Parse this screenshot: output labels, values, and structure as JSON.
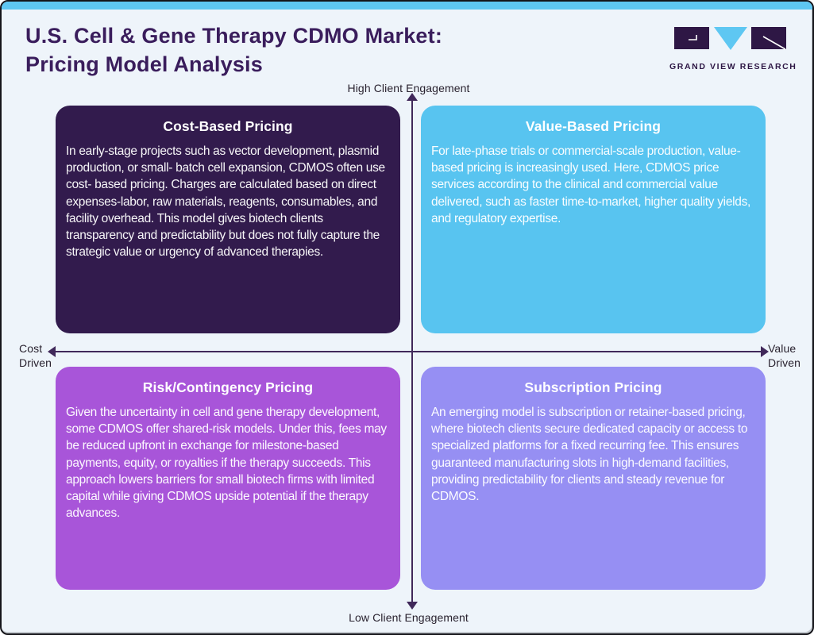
{
  "page": {
    "title_line1": "U.S. Cell & Gene Therapy CDMO Market:",
    "title_line2": "Pricing Model Analysis"
  },
  "logo": {
    "brand": "GRAND VIEW RESEARCH",
    "mark_purple": "#2e1745",
    "mark_blue": "#5ec7f2"
  },
  "axes": {
    "top_label": "High Client Engagement",
    "bottom_label": "Low Client Engagement",
    "left_label_line1": "Cost",
    "left_label_line2": "Driven",
    "right_label_line1": "Value",
    "right_label_line2": "Driven",
    "line_color": "#40285a"
  },
  "quadrants": [
    {
      "position": "top-left",
      "title": "Cost-Based Pricing",
      "body": "In early-stage projects such as vector development, plasmid production, or small- batch cell expansion, CDMOS often use cost- based pricing. Charges are calculated based on direct expenses-labor, raw materials, reagents, consumables, and facility overhead. This model gives biotech clients transparency and predictability but does not fully capture the strategic value or urgency of advanced therapies.",
      "bg": "#321b4d"
    },
    {
      "position": "top-right",
      "title": "Value-Based Pricing",
      "body": "For late-phase trials or commercial-scale production, value-based pricing is increasingly used. Here, CDMOS price services according to the clinical and commercial value delivered, such as faster time-to-market, higher quality yields, and regulatory expertise.",
      "bg": "#58c4f0"
    },
    {
      "position": "bottom-left",
      "title": "Risk/Contingency Pricing",
      "body": "Given the uncertainty in cell and gene therapy development, some CDMOS offer shared-risk models. Under this, fees may be reduced upfront in exchange for milestone-based payments, equity, or royalties if the therapy succeeds. This approach lowers barriers for small biotech firms with limited capital while giving CDMOS upside potential if the therapy advances.",
      "bg": "#a855d9"
    },
    {
      "position": "bottom-right",
      "title": "Subscription Pricing",
      "body": "An emerging model is subscription or retainer-based pricing, where biotech clients secure dedicated capacity or access to specialized platforms for a fixed recurring fee. This ensures guaranteed manufacturing slots in high-demand facilities, providing predictability for clients and steady revenue for CDMOS.",
      "bg": "#968ff3"
    }
  ],
  "colors": {
    "page_background": "#eef4fa",
    "top_bar": "#5ec7f2",
    "title_text": "#3a1d5c",
    "border": "#15151a"
  }
}
